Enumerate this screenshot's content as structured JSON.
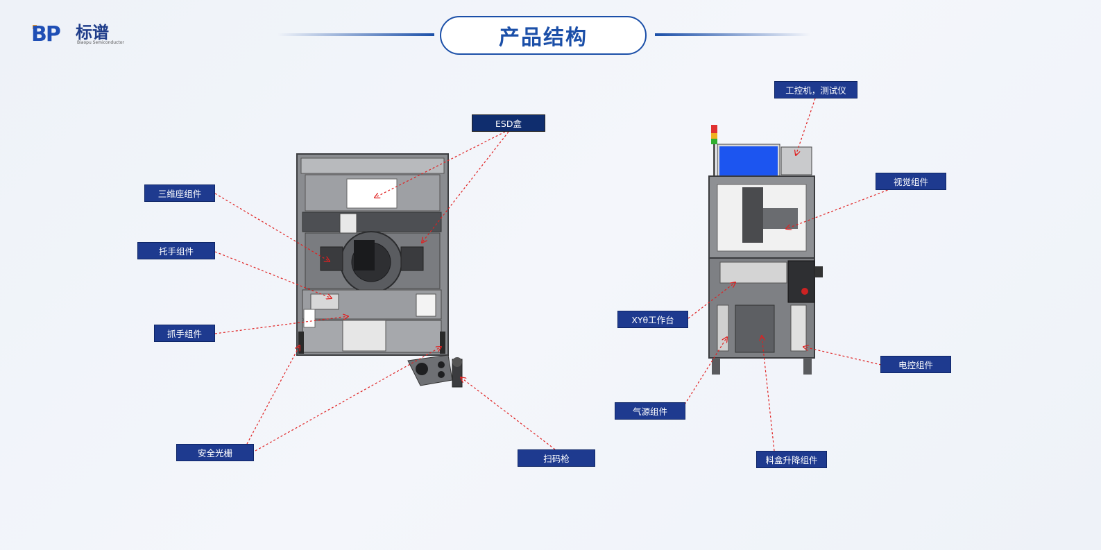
{
  "header": {
    "logo_text": "BP",
    "logo_brand": "标谱",
    "logo_sub": "Biaopu Semiconductor",
    "title": "产品结构"
  },
  "colors": {
    "label_bg": "#1e3a8f",
    "title_blue": "#1b4fa8",
    "leader_line": "#e02020",
    "machine_frame": "#6d6f73",
    "screen_blue": "#1c55f0"
  },
  "labels": {
    "esd_box": "ESD盒",
    "tri_seat": "三维座组件",
    "tray_holder": "托手组件",
    "gripper": "抓手组件",
    "light_curtain": "安全光栅",
    "scanner": "扫码枪",
    "ipc_tester": "工控机，测试仪",
    "vision": "视觉组件",
    "xy_stage": "XYθ工作台",
    "electrical": "电控组件",
    "air_source": "气源组件",
    "lift": "料盒升降组件"
  }
}
